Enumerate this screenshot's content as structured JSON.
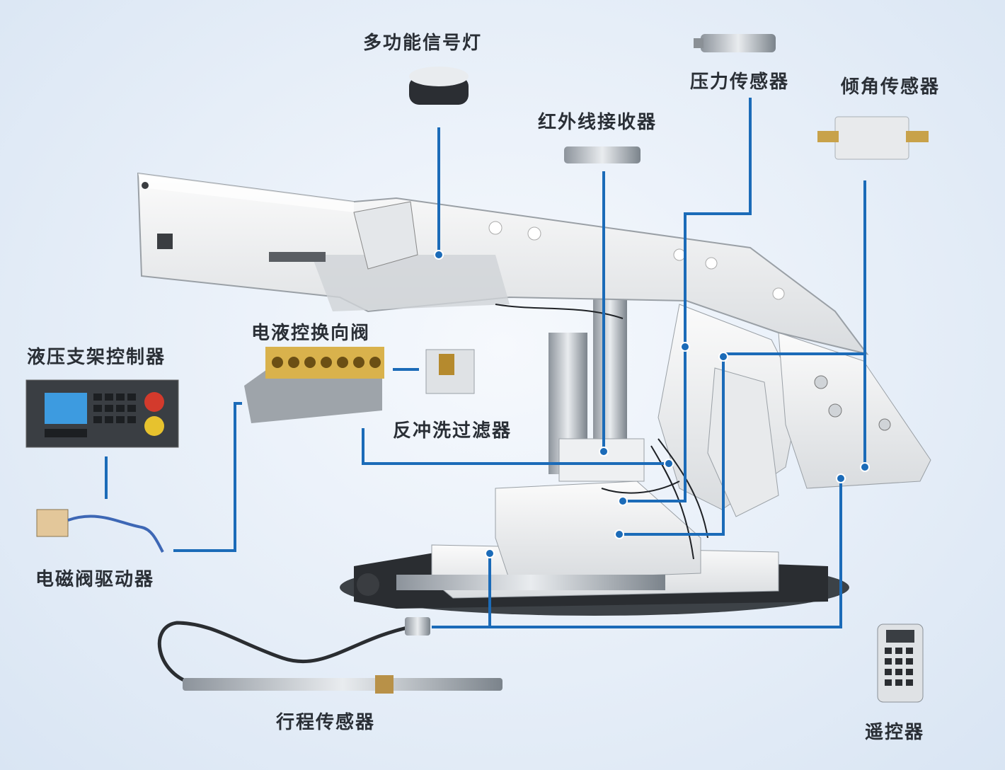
{
  "labels": {
    "signal_light": "多功能信号灯",
    "pressure_sensor": "压力传感器",
    "tilt_sensor": "倾角传感器",
    "infrared_receiver": "红外线接收器",
    "ehc_valve": "电液控换向阀",
    "backflush_filter": "反冲洗过滤器",
    "support_controller": "液压支架控制器",
    "solenoid_driver": "电磁阀驱动器",
    "stroke_sensor": "行程传感器",
    "remote_control": "遥控器"
  },
  "colors": {
    "leader_line": "#1b6bb8",
    "background": "#e6eef8",
    "machine_body": "#f4f5f6"
  }
}
